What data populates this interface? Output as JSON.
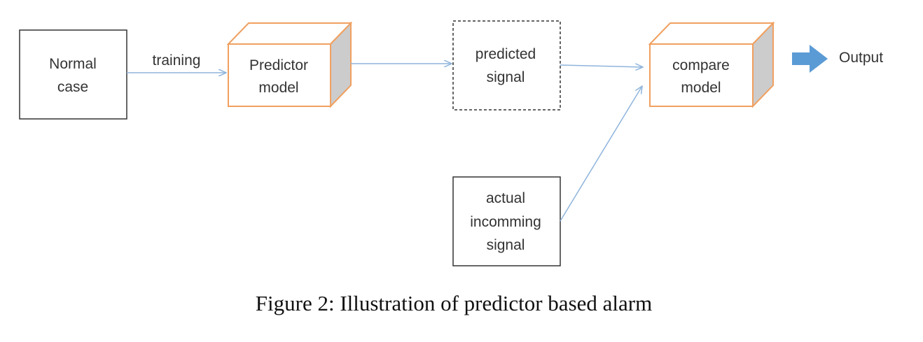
{
  "diagram": {
    "nodes": {
      "normal_case": {
        "lines": [
          "Normal",
          "case"
        ]
      },
      "predictor_model": {
        "lines": [
          "Predictor",
          "model"
        ]
      },
      "predicted_signal": {
        "lines": [
          "predicted",
          "signal"
        ]
      },
      "compare_model": {
        "lines": [
          "compare",
          "model"
        ]
      },
      "actual_signal": {
        "lines": [
          "actual",
          "incomming",
          "signal"
        ]
      },
      "output": {
        "label": "Output"
      }
    },
    "edges": {
      "training": {
        "label": "training"
      }
    },
    "colors": {
      "box_border": "#333333",
      "cube_border": "#f0a060",
      "cube_side": "#cccccc",
      "arrow": "#8fb4dc",
      "output_arrow": "#5b9bd5"
    }
  },
  "caption": "Figure 2: Illustration of predictor based alarm"
}
